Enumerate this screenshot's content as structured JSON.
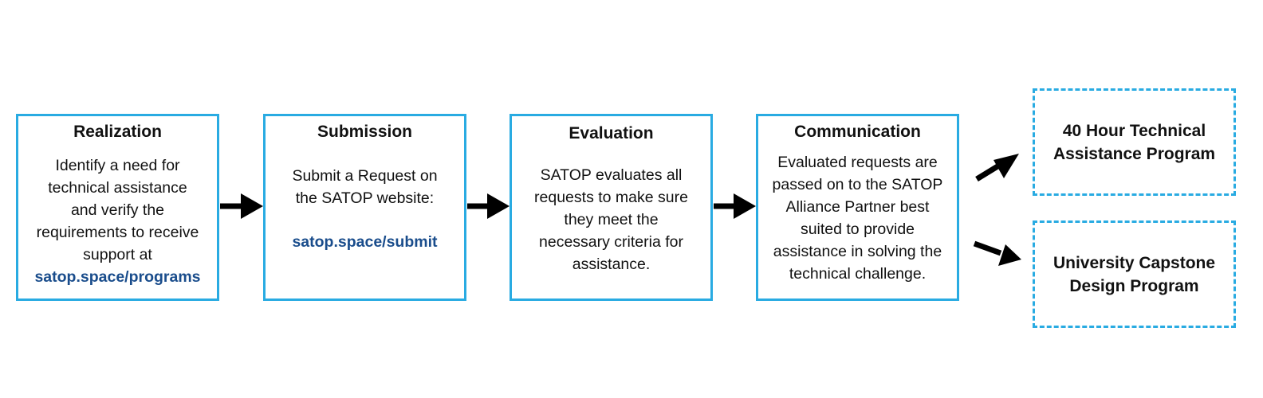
{
  "steps": [
    {
      "title": "Realization",
      "lines": [
        "Identify a need for",
        "technical assistance",
        "and verify the",
        "requirements to receive",
        "support at"
      ],
      "link": "satop.space/programs"
    },
    {
      "title": "Submission",
      "lines": [
        "Submit a Request on",
        "the SATOP website:"
      ],
      "link": "satop.space/submit"
    },
    {
      "title": "Evaluation",
      "lines": [
        "SATOP evaluates all",
        "requests to make sure",
        "they meet the",
        "necessary criteria for",
        "assistance."
      ]
    },
    {
      "title": "Communication",
      "lines": [
        "Evaluated requests are",
        "passed on to the SATOP",
        "Alliance Partner best",
        "suited to provide",
        "assistance in solving the",
        "technical challenge."
      ]
    }
  ],
  "outcomes": [
    {
      "lines": [
        "40 Hour Technical",
        "Assistance Program"
      ]
    },
    {
      "lines": [
        "University Capstone",
        "Design Program"
      ]
    }
  ],
  "colors": {
    "border": "#29abe2",
    "link": "#1a4d8c",
    "arrow": "#000000"
  }
}
